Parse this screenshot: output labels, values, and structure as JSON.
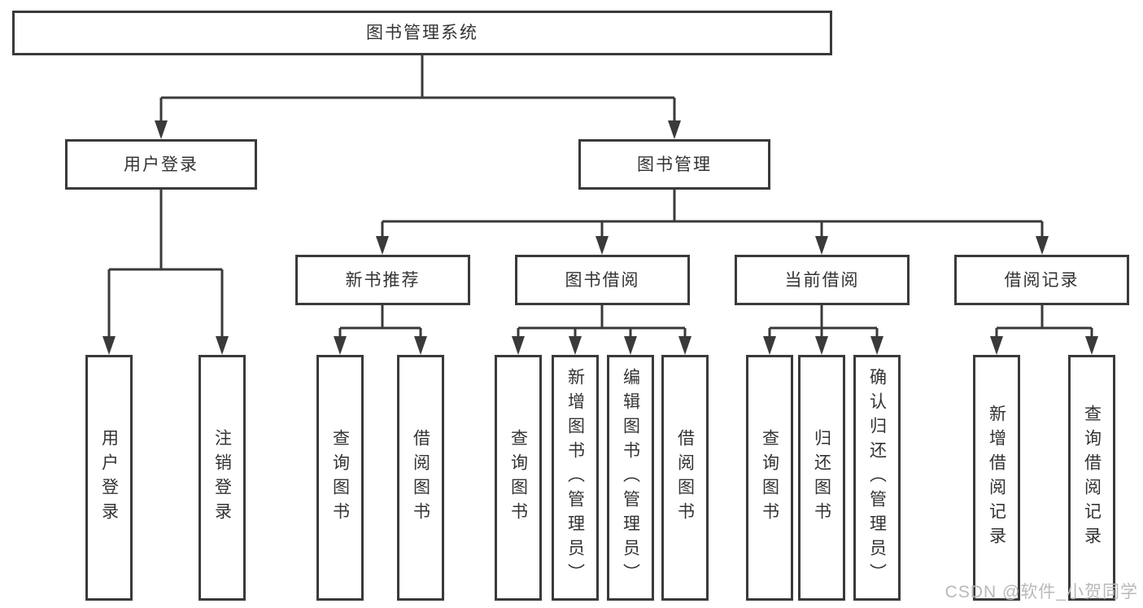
{
  "diagram": {
    "root": {
      "label": "图书管理系统"
    },
    "branches": [
      {
        "label": "用户登录",
        "children": [
          {
            "label": "用户登录"
          },
          {
            "label": "注销登录"
          }
        ]
      },
      {
        "label": "图书管理",
        "sections": [
          {
            "label": "新书推荐",
            "children": [
              {
                "label": "查询图书"
              },
              {
                "label": "借阅图书"
              }
            ]
          },
          {
            "label": "图书借阅",
            "children": [
              {
                "label": "查询图书"
              },
              {
                "label": "新增图书（管理员）"
              },
              {
                "label": "编辑图书（管理员）"
              },
              {
                "label": "借阅图书"
              }
            ]
          },
          {
            "label": "当前借阅",
            "children": [
              {
                "label": "查询图书"
              },
              {
                "label": "归还图书"
              },
              {
                "label": "确认归还（管理员）"
              }
            ]
          },
          {
            "label": "借阅记录",
            "children": [
              {
                "label": "新增借阅记录"
              },
              {
                "label": "查询借阅记录"
              }
            ]
          }
        ]
      }
    ]
  },
  "watermark": {
    "text": "CSDN @软件_小贺同学"
  },
  "colors": {
    "line": "#3a3a3a",
    "text": "#333333",
    "box_background": "#ffffff",
    "page_background": "#ffffff",
    "watermark": "#b9b9b9"
  }
}
